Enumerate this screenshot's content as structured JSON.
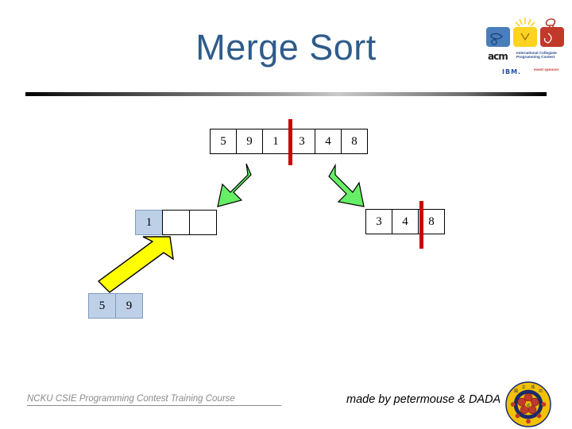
{
  "slide": {
    "title": "Merge Sort",
    "title_color": "#2e5c8a"
  },
  "logo_icpc": {
    "acm_word": "acm",
    "acm_sub": "International Collegiate Programming Contest",
    "ibm_word": "IBM.",
    "ibm_sub": "event sponsor",
    "box_colors": [
      "#4a7ebb",
      "#ffd320",
      "#c0392b"
    ]
  },
  "arrays": {
    "top": {
      "name": "unsorted-array",
      "cells": [
        {
          "value": "5",
          "filled": false
        },
        {
          "value": "9",
          "filled": false
        },
        {
          "value": "1",
          "filled": false
        },
        {
          "value": "3",
          "filled": false
        },
        {
          "value": "4",
          "filled": false
        },
        {
          "value": "8",
          "filled": false
        }
      ],
      "split_after_index": 3,
      "split_color": "#cc0000"
    },
    "left": {
      "name": "left-subarray",
      "cells": [
        {
          "value": "1",
          "filled": true
        },
        {
          "value": "",
          "filled": false
        },
        {
          "value": "",
          "filled": false
        }
      ]
    },
    "right": {
      "name": "right-subarray",
      "cells": [
        {
          "value": "3",
          "filled": false
        },
        {
          "value": "4",
          "filled": false
        },
        {
          "value": "8",
          "filled": false
        }
      ],
      "split_after_index": 2,
      "split_color": "#cc0000"
    },
    "bottom": {
      "name": "merged-pair",
      "cells": [
        {
          "value": "5",
          "filled": true
        },
        {
          "value": "9",
          "filled": true
        }
      ]
    }
  },
  "arrows": [
    {
      "name": "split-arrow-left",
      "direction": "down-left",
      "color": "#66ee66"
    },
    {
      "name": "split-arrow-right",
      "direction": "down-right",
      "color": "#66ee66"
    },
    {
      "name": "merge-arrow-up",
      "direction": "up-right",
      "color": "#ffff00"
    }
  ],
  "footer": {
    "course": "NCKU CSIE Programming Contest Training Course",
    "credit": "made by petermouse & DADA"
  }
}
